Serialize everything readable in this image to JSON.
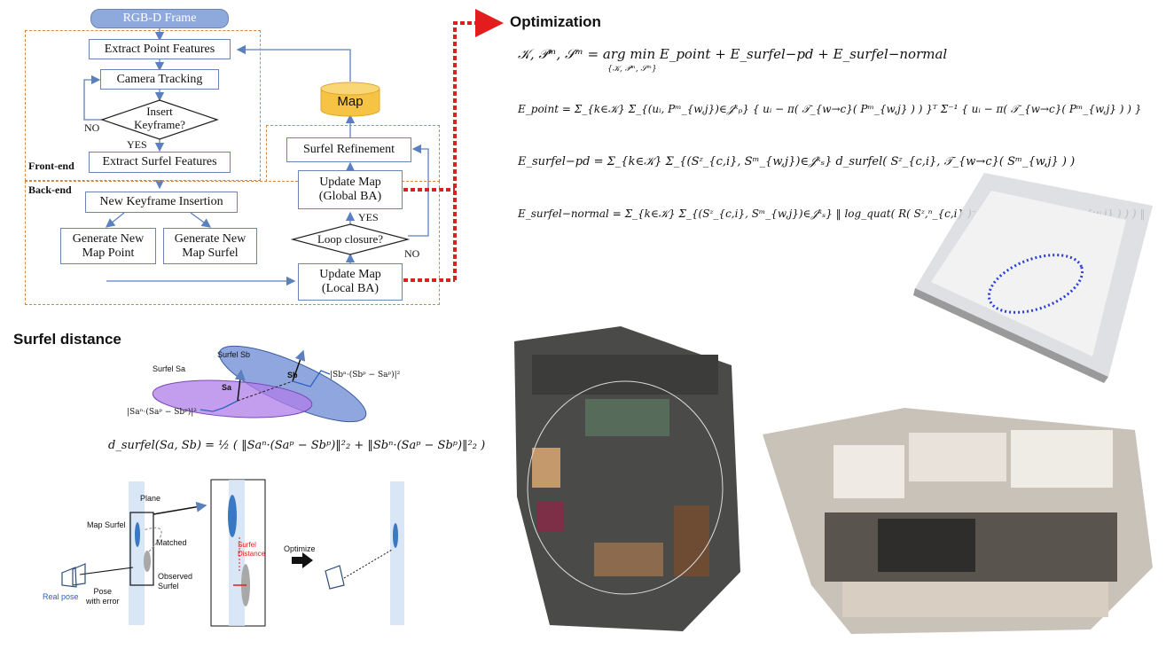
{
  "flow": {
    "rgbd": "RGB-D Frame",
    "extract_point": "Extract Point Features",
    "camera_tracking": "Camera Tracking",
    "insert_keyframe_line1": "Insert",
    "insert_keyframe_line2": "Keyframe?",
    "no_left": "NO",
    "yes_left": "YES",
    "extract_surfel": "Extract Surfel Features",
    "front_end": "Front-end",
    "back_end": "Back-end",
    "new_keyframe": "New Keyframe Insertion",
    "gen_point_l1": "Generate New",
    "gen_point_l2": "Map Point",
    "gen_surfel_l1": "Generate New",
    "gen_surfel_l2": "Map Surfel",
    "map": "Map",
    "surfel_refinement": "Surfel Refinement",
    "global_ba_l1": "Update Map",
    "global_ba_l2": "(Global BA)",
    "yes_right": "YES",
    "loop_closure": "Loop closure?",
    "no_right": "NO",
    "local_ba_l1": "Update Map",
    "local_ba_l2": "(Local BA)"
  },
  "optimization": {
    "heading": "Optimization",
    "eq1": "𝒦, 𝒫ᵐ, 𝒮ᵐ = arg min E_point + E_surfel−pd + E_surfel−normal",
    "eq1_sub": "{𝒦, 𝒫ᵐ, 𝒮ᵐ}",
    "eq2": "E_point = Σ_{k∈𝒦} Σ_{(uᵢ, Pᵐ_{w,j})∈𝒥ᵏₚ} { uᵢ − π( 𝒯_{w→c}( Pᵐ_{w,j} ) ) }ᵀ Σ⁻¹ { uᵢ − π( 𝒯_{w→c}( Pᵐ_{w,j} ) ) }",
    "eq3": "E_surfel−pd = Σ_{k∈𝒦} Σ_{(Sᶻ_{c,i}, Sᵐ_{w,j})∈𝒥ᵏₛ} d_surfel( Sᶻ_{c,i}, 𝒯_{w→c}( Sᵐ_{w,j} ) )",
    "eq4": "E_surfel−normal = Σ_{k∈𝒦} Σ_{(Sᶻ_{c,i}, Sᵐ_{w,j})∈𝒥ᵏₛ} ‖ log_quat( R( Sᶻ,ⁿ_{c,i} )⁻¹ R( 𝒯_{w→c}( Sᵐ,ⁿ_{w,j} ) ) ) ‖"
  },
  "surfel": {
    "heading": "Surfel distance",
    "surfel_b": "Surfel Sb",
    "surfel_a": "Surfel Sa",
    "na": "Sa",
    "nb": "Sb",
    "dist_b": "|Sbⁿ·(Sbᵖ − Saᵖ)|²",
    "dist_a": "|Saⁿ·(Saᵖ − Sbᵖ)|²",
    "formula": "d_surfel(Sa, Sb) = ½ ( ‖Saⁿ·(Saᵖ − Sbᵖ)‖²₂ + ‖Sbⁿ·(Saᵖ − Sbᵖ)‖²₂ )"
  },
  "pose_fig": {
    "plane": "Plane",
    "map_surfel": "Map Surfel",
    "matched": "Matched",
    "observed_l1": "Observed",
    "observed_l2": "Surfel",
    "real_pose": "Real pose",
    "pose_error_l1": "Pose",
    "pose_error_l2": "with error",
    "surfel_distance_l1": "Surfel",
    "surfel_distance_l2": "Distance",
    "optimize": "Optimize"
  },
  "colors": {
    "box_border": "#6a84b4",
    "region_border": "#d2874a",
    "arrow": "#5b7fbf",
    "red_connector": "#e31d1d",
    "map_cylinder": "#f6c344",
    "rgbd_fill": "#8ea9db",
    "surfel_blue": "#7b97d8",
    "surfel_purple": "#b07ee8"
  },
  "icons": [
    "database-icon",
    "arrow-right-icon",
    "camera-frustum-icon",
    "point-cloud-image"
  ]
}
